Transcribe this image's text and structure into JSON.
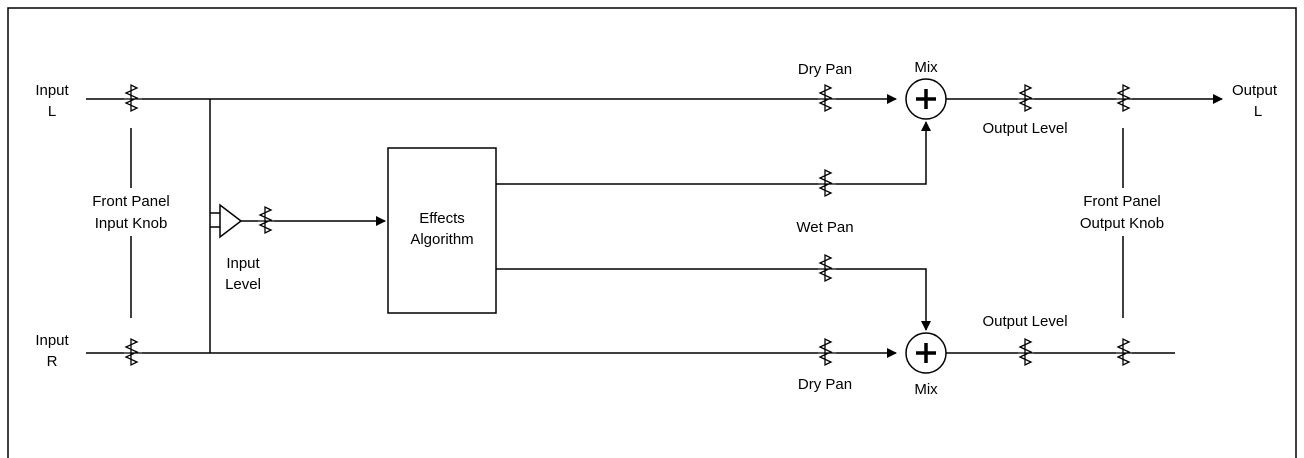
{
  "labels": {
    "input_l_1": "Input",
    "input_l_2": "L",
    "input_r_1": "Input",
    "input_r_2": "R",
    "output_l_1": "Output",
    "output_l_2": "L",
    "front_panel_input_1": "Front Panel",
    "front_panel_input_2": "Input Knob",
    "front_panel_output_1": "Front Panel",
    "front_panel_output_2": "Output Knob",
    "input_level_1": "Input",
    "input_level_2": "Level",
    "effects_1": "Effects",
    "effects_2": "Algorithm",
    "dry_pan_top": "Dry Pan",
    "dry_pan_bottom": "Dry Pan",
    "wet_pan": "Wet Pan",
    "mix_top": "Mix",
    "mix_bottom": "Mix",
    "output_level_top": "Output Level",
    "output_level_bottom": "Output Level"
  },
  "icons": {
    "summing_junction": "plus-circle-icon",
    "pot": "resistor-zigzag-icon",
    "amplifier": "triangle-amplifier-icon",
    "arrow": "arrow-head-icon"
  }
}
